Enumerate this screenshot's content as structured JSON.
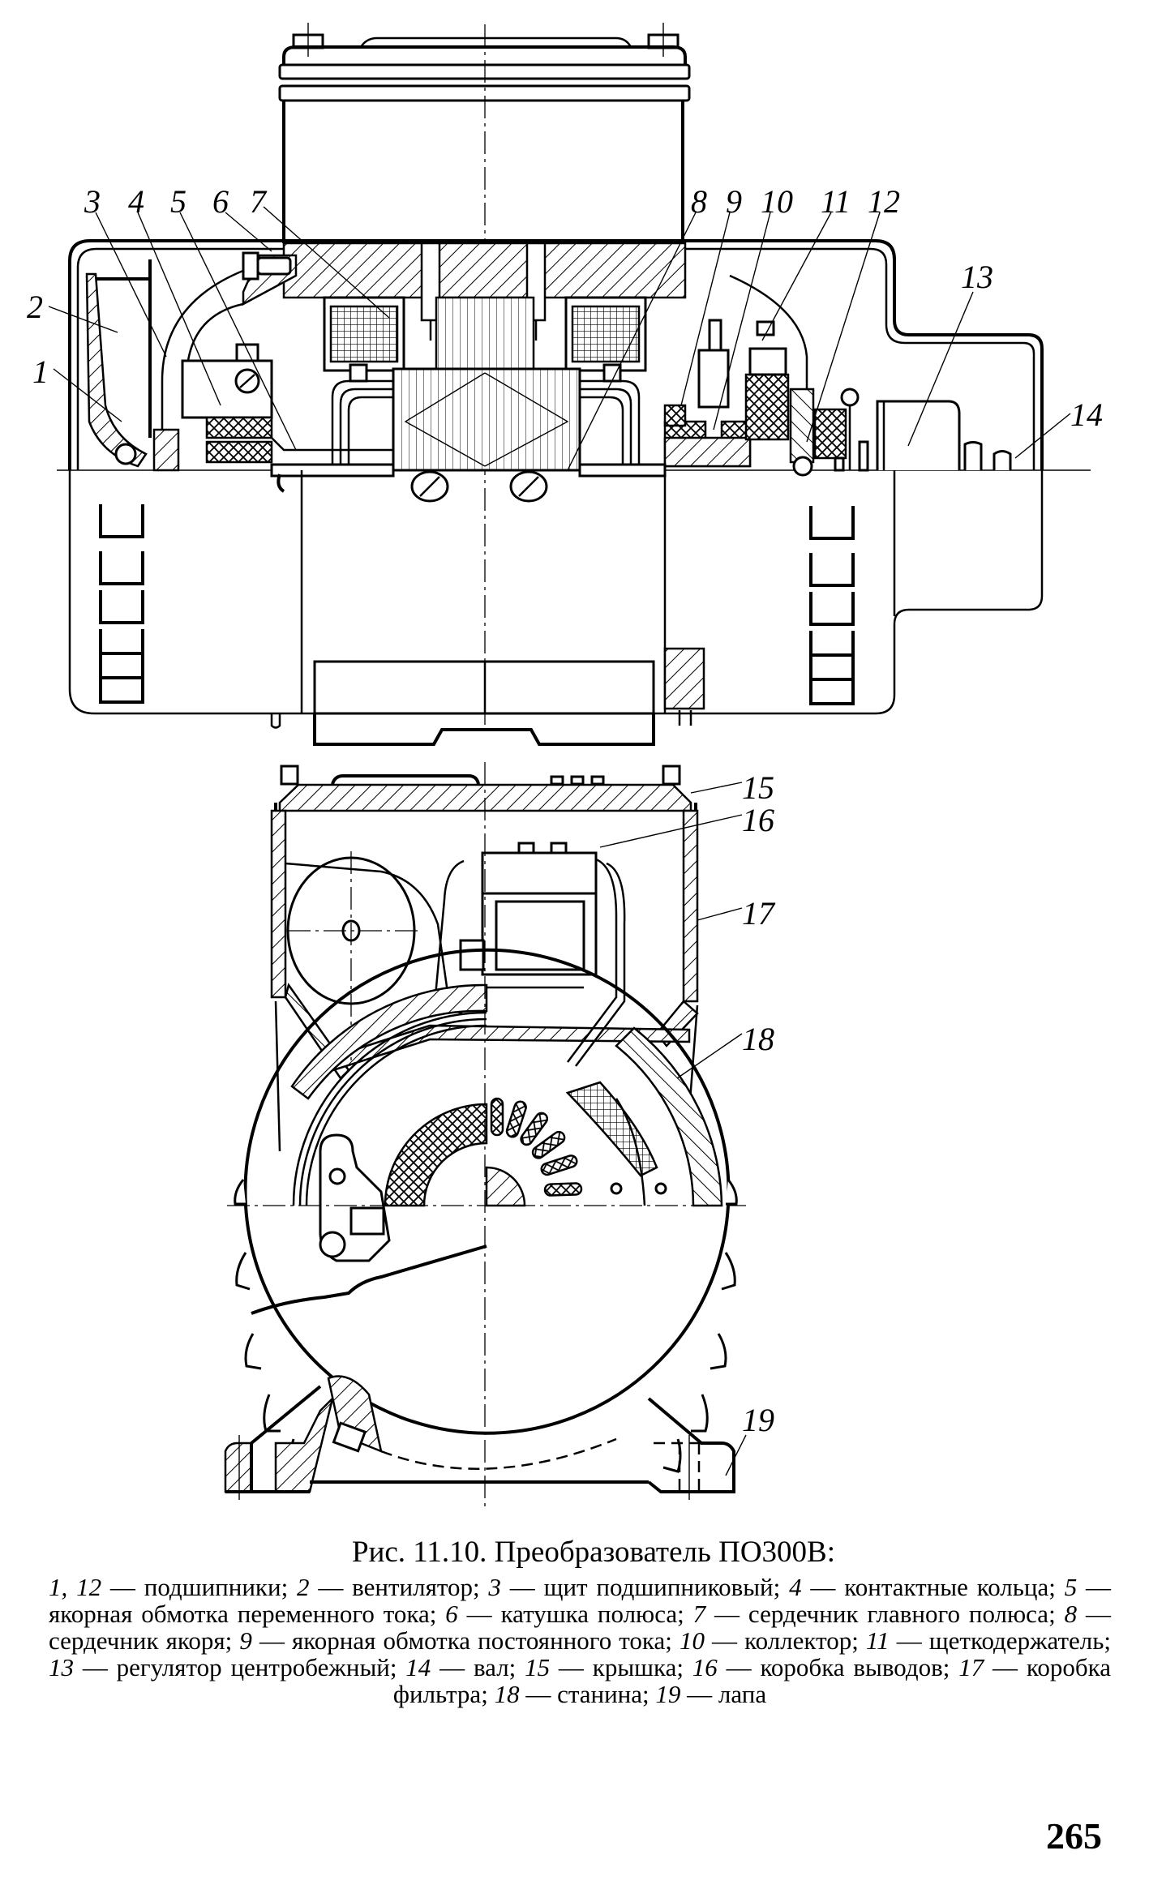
{
  "figure": {
    "title": "Рис. 11.10. Преобразователь ПО300В:",
    "legend": [
      {
        "nums": "1, 12",
        "text": "подшипники"
      },
      {
        "nums": "2",
        "text": "вентилятор"
      },
      {
        "nums": "3",
        "text": "щит подшипниковый"
      },
      {
        "nums": "4",
        "text": "контактные кольца"
      },
      {
        "nums": "5",
        "text": "якорная обмотка переменного тока"
      },
      {
        "nums": "6",
        "text": "катушка полюса"
      },
      {
        "nums": "7",
        "text": "сердечник главного полюса"
      },
      {
        "nums": "8",
        "text": "сердечник якоря"
      },
      {
        "nums": "9",
        "text": "якорная обмотка постоянного тока"
      },
      {
        "nums": "10",
        "text": "коллектор"
      },
      {
        "nums": "11",
        "text": "щеткодержатель"
      },
      {
        "nums": "13",
        "text": "регулятор центробежный"
      },
      {
        "nums": "14",
        "text": "вал"
      },
      {
        "nums": "15",
        "text": "крышка"
      },
      {
        "nums": "16",
        "text": "коробка выводов"
      },
      {
        "nums": "17",
        "text": "коробка фильтра"
      },
      {
        "nums": "18",
        "text": "станина"
      },
      {
        "nums": "19",
        "text": "лапа"
      }
    ],
    "legend_separator": " — "
  },
  "callouts": {
    "c1": "1",
    "c2": "2",
    "c3": "3",
    "c4": "4",
    "c5": "5",
    "c6": "6",
    "c7": "7",
    "c8": "8",
    "c9": "9",
    "c10": "10",
    "c11": "11",
    "c12": "12",
    "c13": "13",
    "c14": "14",
    "c15": "15",
    "c16": "16",
    "c17": "17",
    "c18": "18",
    "c19": "19"
  },
  "page_number": "265"
}
